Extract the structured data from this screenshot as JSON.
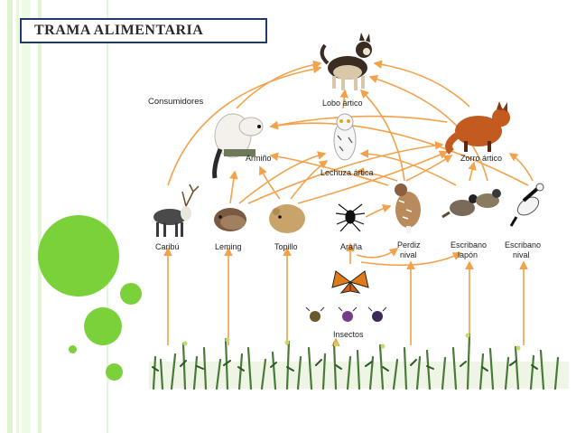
{
  "slide": {
    "title": "TRAMA  ALIMENTARIA"
  },
  "diagram": {
    "heading": "Consumidores",
    "nodes": {
      "lobo": "Lobo ártico",
      "armino": "Armiño",
      "lechuza": "Lechuza ártica",
      "zorro": "Zorro ártico",
      "caribu": "Caribú",
      "leming": "Leming",
      "topillo": "Topillo",
      "arana": "Araña",
      "perdiz_1": "Perdiz",
      "perdiz_2": "nival",
      "escribano_lapon_1": "Escribano",
      "escribano_lapon_2": "lapón",
      "escribano_nival_1": "Escribano",
      "escribano_nival_2": "nival",
      "insectos": "Insectos"
    },
    "colors": {
      "arrow": "#f2a24a",
      "accent_green": "#7ad13a",
      "title_border": "#1f3b66"
    }
  }
}
